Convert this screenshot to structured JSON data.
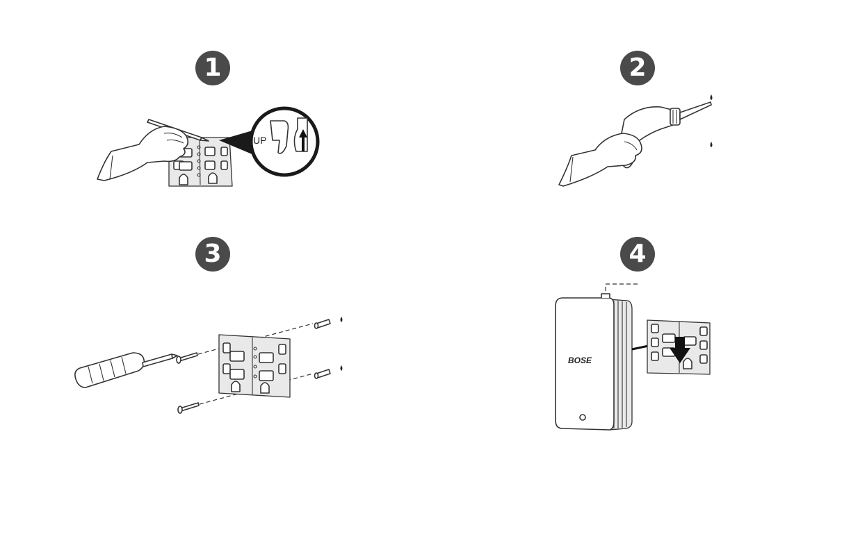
{
  "steps": [
    {
      "number": "1",
      "callout_text": "UP"
    },
    {
      "number": "2"
    },
    {
      "number": "3"
    },
    {
      "number": "4",
      "brand_logo": "BOSE"
    }
  ]
}
